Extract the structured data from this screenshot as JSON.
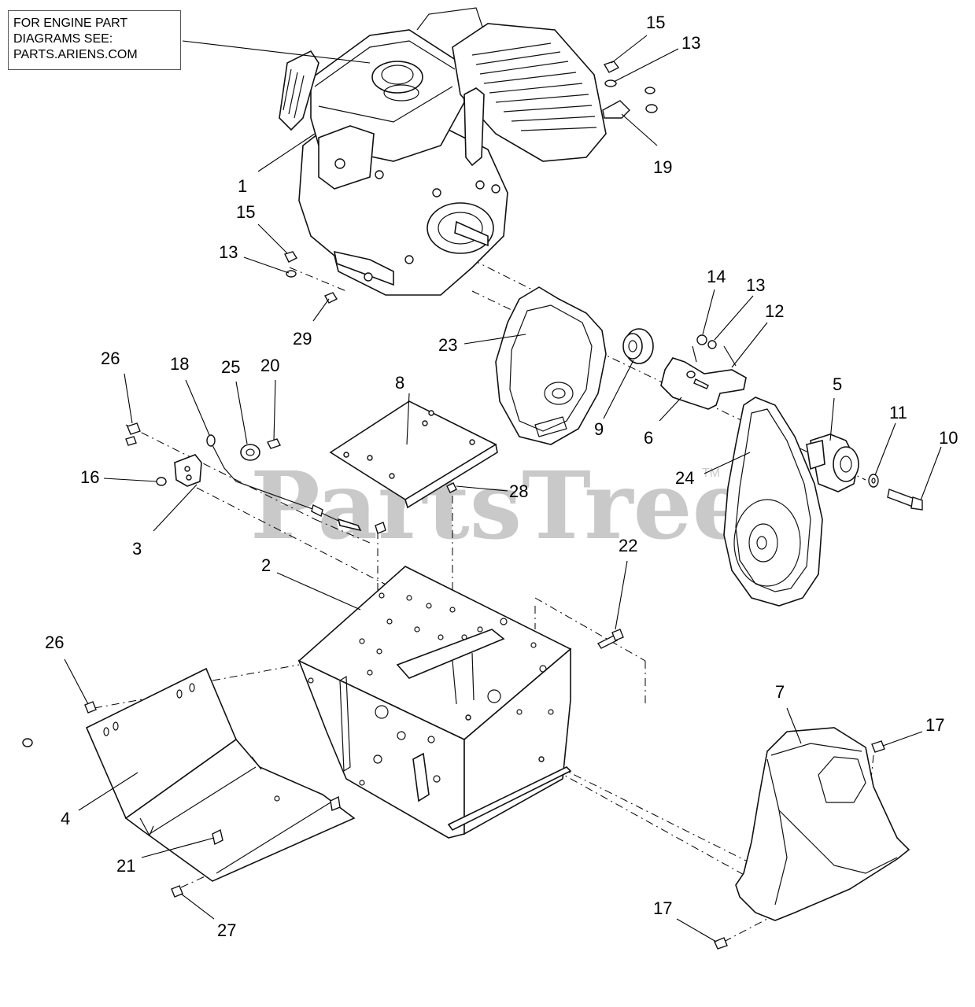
{
  "note": {
    "lines": [
      "FOR ENGINE PART",
      "DIAGRAMS SEE:",
      "PARTS.ARIENS.COM"
    ]
  },
  "watermark": {
    "text": "PartsTree",
    "tm": "TM"
  },
  "callouts": {
    "c1": "1",
    "c2": "2",
    "c3": "3",
    "c4": "4",
    "c5": "5",
    "c6": "6",
    "c7": "7",
    "c8": "8",
    "c9": "9",
    "c10": "10",
    "c11": "11",
    "c12": "12",
    "c13a": "13",
    "c13b": "13",
    "c13c": "13",
    "c14": "14",
    "c15a": "15",
    "c15b": "15",
    "c16": "16",
    "c17a": "17",
    "c17b": "17",
    "c18": "18",
    "c19": "19",
    "c20": "20",
    "c21": "21",
    "c22": "22",
    "c23": "23",
    "c24": "24",
    "c25": "25",
    "c26a": "26",
    "c26b": "26",
    "c27": "27",
    "c28": "28",
    "c29": "29"
  },
  "parts": [
    {
      "ref": "engine",
      "icon": "engine-icon"
    },
    {
      "ref": "frame",
      "icon": "frame-icon"
    },
    {
      "ref": "bracket",
      "icon": "bracket-icon"
    },
    {
      "ref": "bottom-cover",
      "icon": "cover-plate-icon"
    },
    {
      "ref": "engine-pulley",
      "icon": "pulley-icon"
    },
    {
      "ref": "idler-arm",
      "icon": "idler-arm-icon"
    },
    {
      "ref": "belt-cover",
      "icon": "belt-cover-icon"
    },
    {
      "ref": "plate",
      "icon": "plate-icon"
    },
    {
      "ref": "idler-pulley",
      "icon": "idler-pulley-icon"
    },
    {
      "ref": "bolt",
      "icon": "bolt-icon"
    },
    {
      "ref": "washer",
      "icon": "washer-icon"
    },
    {
      "ref": "belt",
      "icon": "belt-icon"
    },
    {
      "ref": "belt-guard",
      "icon": "belt-guard-icon"
    }
  ]
}
